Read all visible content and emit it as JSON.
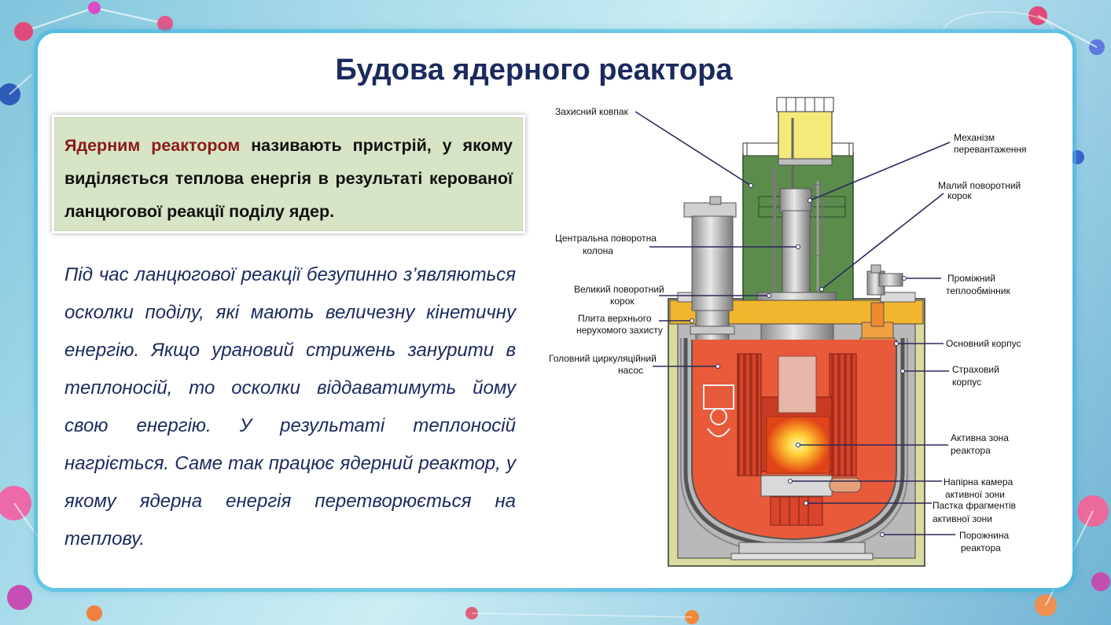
{
  "slide": {
    "title": "Будова ядерного реактора",
    "definition": {
      "keyword": "Ядерним реактором",
      "text": "називають пристрій, у якому виділяється теплова енергія в результаті керованої ланцюгової реакції поділу ядер."
    },
    "paragraph": "Під час ланцюгової реакції безупинно з’являються осколки поділу, які мають величезну кінетичну енергію. Якщо урановий стрижень занурити в теплоносій, то осколки віддаватимуть йому свою енергію. У результаті теплоносій нагріється. Саме так працює ядерний реактор, у якому ядерна енергія перетворюється на теплову."
  },
  "diagram": {
    "labels": {
      "cap": "Захисний ковпак",
      "mech_1": "Механізм",
      "mech_2": "перевантаження",
      "small_plug_1": "Малий поворотний",
      "small_plug_2": "корок",
      "column_1": "Центральна поворотна",
      "column_2": "колона",
      "big_plug_1": "Великий поворотний",
      "big_plug_2": "корок",
      "hx_1": "Проміжний",
      "hx_2": "теплообмінник",
      "plate_1": "Плита верхнього",
      "plate_2": "нерухомого захисту",
      "main_body": "Основний корпус",
      "pump_1": "Головний циркуляційний",
      "pump_2": "насос",
      "guard_1": "Страховий",
      "guard_2": "корпус",
      "core_1": "Активна зона",
      "core_2": "реактора",
      "chamber_1": "Напірна камера",
      "chamber_2": "активної зони",
      "trap_1": "Пастка фрагментів",
      "trap_2": "активної зони",
      "cavity_1": "Порожнина",
      "cavity_2": "реактора"
    }
  },
  "colors": {
    "title": "#1b2a5e",
    "keyword": "#8b1a1a",
    "definition_bg": "#d7e4c5",
    "frame": "#3cbee6",
    "callout_line": "#2a2a5a"
  }
}
